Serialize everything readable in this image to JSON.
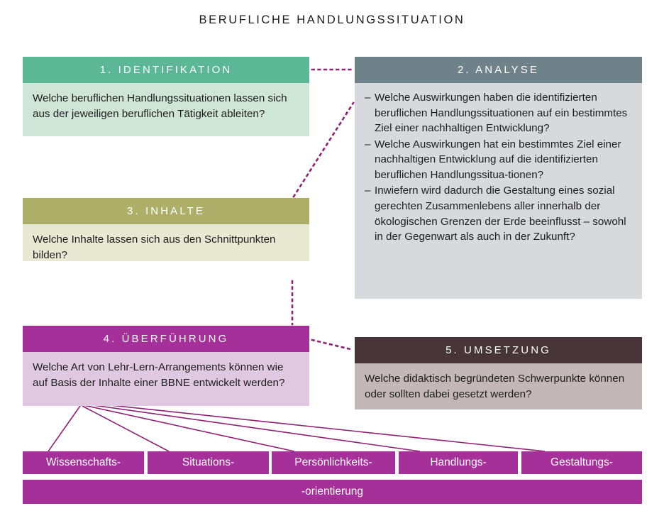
{
  "title": "BERUFLICHE HANDLUNGSSITUATION",
  "cards": [
    {
      "id": "identifikation",
      "header": "1. IDENTIFIKATION",
      "body": "Welche beruflichen Handlungssituationen lassen sich aus der jeweiligen beruflichen Tätigkeit ableiten?",
      "header_color": "#5bb795",
      "body_color": "#cfe5d7"
    },
    {
      "id": "analyse",
      "header": "2. ANALYSE",
      "bullets": [
        "Welche Auswirkungen haben die identifizierten beruflichen Handlungssituationen auf ein bestimmtes Ziel einer nachhaltigen Entwicklung?",
        "Welche Auswirkungen hat ein bestimmtes Ziel einer nachhaltigen Entwicklung auf die identifizierten beruflichen Handlungssitua-tionen?",
        "Inwiefern wird dadurch die Gestaltung eines sozial gerechten Zusammenlebens aller innerhalb der ökologischen Grenzen der Erde beeinflusst – sowohl in der Gegenwart als auch in der Zukunft?"
      ],
      "header_color": "#6f8289",
      "body_color": "#d8d9dc"
    },
    {
      "id": "inhalte",
      "header": "3. INHALTE",
      "body": "Welche Inhalte lassen sich aus den Schnittpunkten bilden?",
      "header_color": "#adaf69",
      "body_color": "#e8e9d2"
    },
    {
      "id": "ueberfuehrung",
      "header": "4. ÜBERFÜHRUNG",
      "body": "Welche Art von Lehr-Lern-Arrangements können wie auf Basis der Inhalte einer BBNE entwickelt werden?",
      "header_color": "#a6309a",
      "body_color": "#e0c9e0"
    },
    {
      "id": "umsetzung",
      "header": "5. UMSETZUNG",
      "body": "Welche didaktisch begründeten Schwerpunkte können oder sollten dabei gesetzt werden?",
      "header_color": "#463436",
      "body_color": "#c4b7b8"
    }
  ],
  "orientations": {
    "chips": [
      "Wissenschafts-",
      "Situations-",
      "Persönlichkeits-",
      "Handlungs-",
      "Gestaltungs-"
    ],
    "suffix": "-orientierung",
    "color": "#a6309a"
  },
  "connectors": {
    "dot_color": "#8e2173",
    "line_color": "#8e2173"
  }
}
